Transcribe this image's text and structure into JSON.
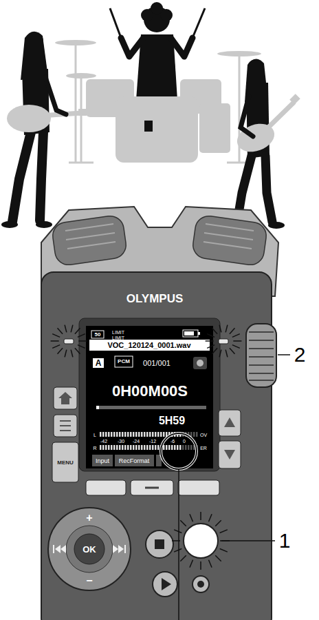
{
  "diagram": {
    "labels": [
      "OLYMPUS",
      "50",
      "LIMIT",
      "LIMIT",
      "VOC_120124_0001.wav",
      "A",
      "PCM",
      "001/001",
      "0H00M00S",
      "5H59",
      "L",
      "R",
      "-42",
      "-30",
      "-24",
      "-12",
      "-6",
      "0",
      "OV",
      "ER",
      "Input",
      "RecFormat",
      "MENU",
      "+",
      "−",
      "OK",
      "1",
      "2"
    ]
  }
}
